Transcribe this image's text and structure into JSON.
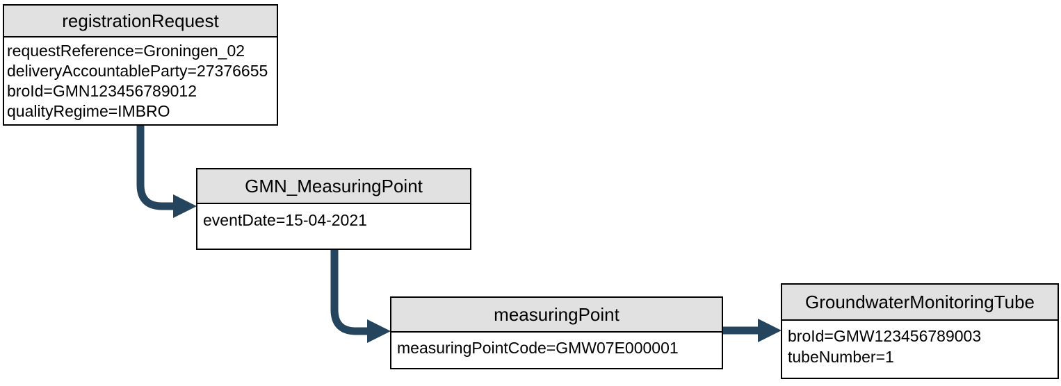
{
  "diagram": {
    "type": "object-diagram",
    "colors": {
      "background": "#ffffff",
      "box_border": "#000000",
      "header_fill": "#e1e1e1",
      "arrow": "#25455e",
      "text": "#000000"
    },
    "nodes": [
      {
        "id": "registrationRequest",
        "title": "registrationRequest",
        "attributes": [
          "requestReference=Groningen_02",
          "deliveryAccountableParty=27376655",
          "broId=GMN123456789012",
          "qualityRegime=IMBRO"
        ]
      },
      {
        "id": "GMN_MeasuringPoint",
        "title": "GMN_MeasuringPoint",
        "attributes": [
          "eventDate=15-04-2021"
        ]
      },
      {
        "id": "measuringPoint",
        "title": "measuringPoint",
        "attributes": [
          "measuringPointCode=GMW07E000001"
        ]
      },
      {
        "id": "GroundwaterMonitoringTube",
        "title": "GroundwaterMonitoringTube",
        "attributes": [
          "broId=GMW123456789003",
          "tubeNumber=1"
        ]
      }
    ],
    "edges": [
      {
        "from": "registrationRequest",
        "to": "GMN_MeasuringPoint",
        "style": "elbow-down-right-arrow"
      },
      {
        "from": "GMN_MeasuringPoint",
        "to": "measuringPoint",
        "style": "elbow-down-right-arrow"
      },
      {
        "from": "measuringPoint",
        "to": "GroundwaterMonitoringTube",
        "style": "straight-right-arrow"
      }
    ]
  }
}
